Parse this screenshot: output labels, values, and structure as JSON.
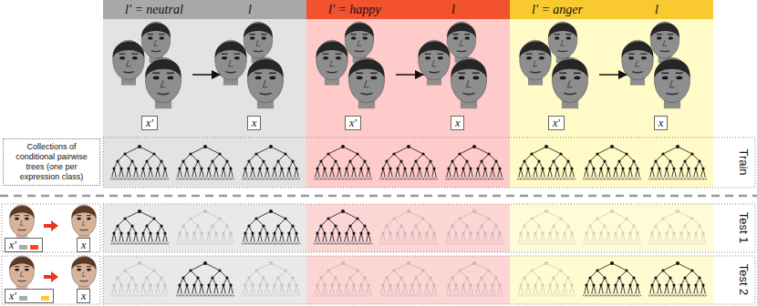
{
  "diagram": {
    "nodes": [
      {
        "text": [
          "l' = neutral",
          "l"
        ]
      },
      {
        "text": [
          "l' = happy",
          "l"
        ]
      },
      {
        "text": [
          "l' = anger",
          "l"
        ]
      },
      {
        "text": [
          "x'"
        ]
      },
      {
        "text": [
          "x"
        ]
      },
      {
        "text": [
          "x'"
        ]
      },
      {
        "text": [
          "x"
        ]
      },
      {
        "text": [
          "x'"
        ]
      },
      {
        "text": [
          "x"
        ]
      },
      {
        "text": [
          "Collections of conditional pairwise trees (one per expression class)"
        ]
      },
      {
        "text": [
          "x'"
        ]
      },
      {
        "text": [
          "x"
        ]
      },
      {
        "text": [
          "x'"
        ]
      },
      {
        "text": [
          "x"
        ]
      }
    ],
    "labels": [
      "Train",
      "Test 1",
      "Test 2"
    ]
  }
}
